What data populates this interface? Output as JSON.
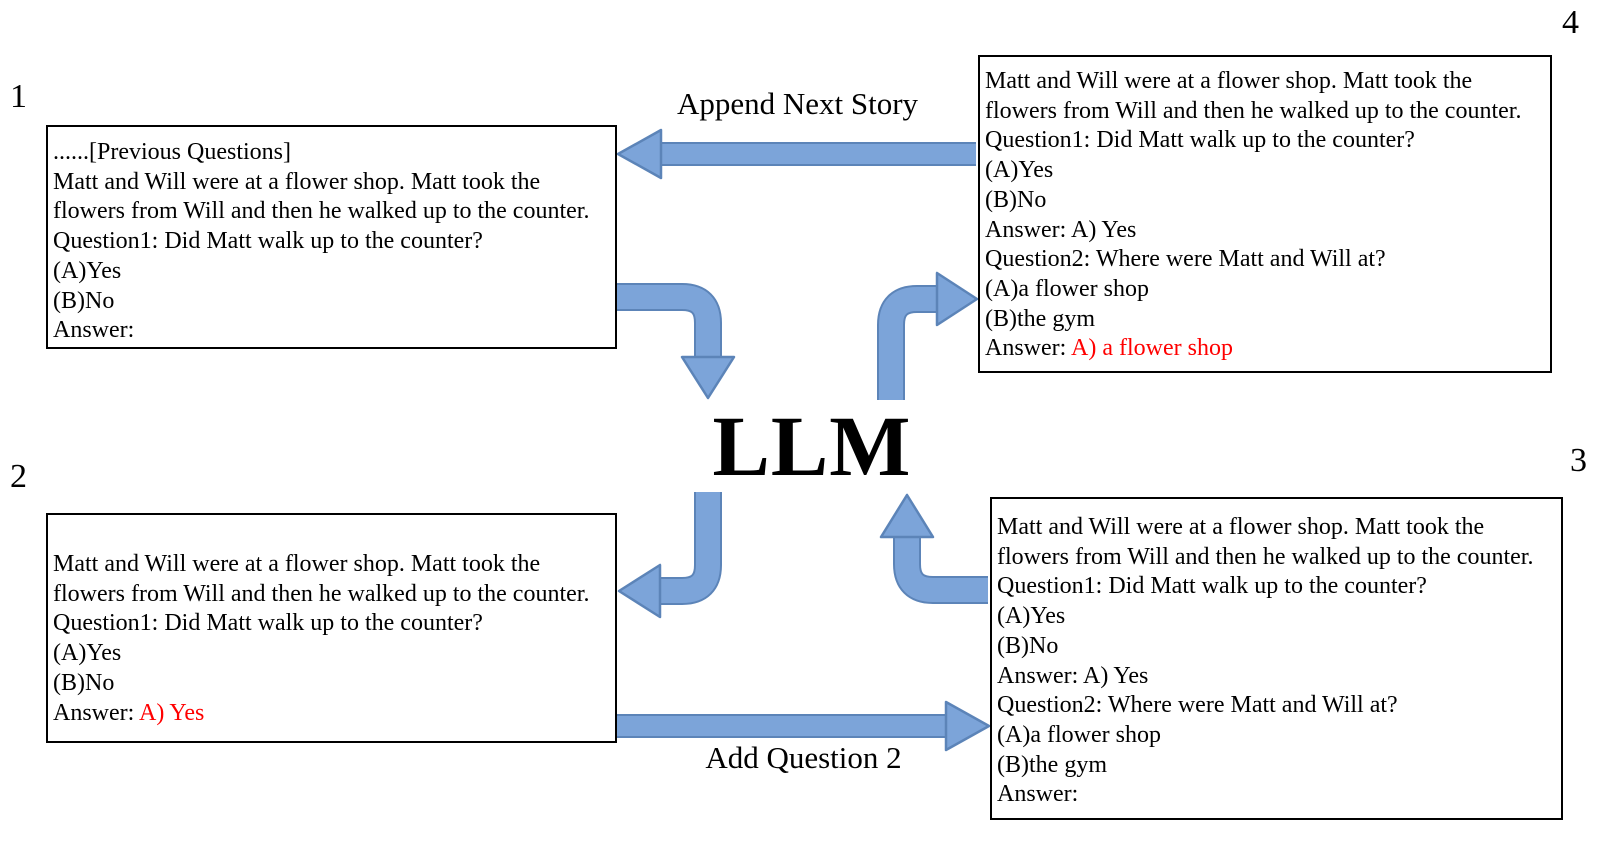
{
  "center_label": "LLM",
  "labels": {
    "append_next_story": "Append Next Story",
    "add_question_2": "Add Question 2"
  },
  "colors": {
    "arrow_fill": "#7CA4D9",
    "arrow_border": "#5C84B8",
    "highlight_red": "#FF0000",
    "box_border": "#000000"
  },
  "boxes": [
    {
      "number": "1",
      "lines": [
        [
          {
            "t": "......[Previous Questions]"
          }
        ],
        [
          {
            "t": "Matt and Will were at a flower shop. Matt took the"
          }
        ],
        [
          {
            "t": "flowers from Will and then he walked up to the counter."
          }
        ],
        [
          {
            "t": "Question1: Did Matt walk up to the counter?"
          }
        ],
        [
          {
            "t": "(A)Yes"
          }
        ],
        [
          {
            "t": "(B)No"
          }
        ],
        [
          {
            "t": "Answer:"
          }
        ]
      ]
    },
    {
      "number": "2",
      "lines": [
        [
          {
            "t": "Matt and Will were at a flower shop. Matt took the"
          }
        ],
        [
          {
            "t": "flowers from Will and then he walked up to the counter."
          }
        ],
        [
          {
            "t": "Question1: Did Matt walk up to the counter?"
          }
        ],
        [
          {
            "t": "(A)Yes"
          }
        ],
        [
          {
            "t": "(B)No"
          }
        ],
        [
          {
            "t": "Answer: "
          },
          {
            "t": "A) Yes",
            "red": true
          }
        ]
      ]
    },
    {
      "number": "3",
      "lines": [
        [
          {
            "t": "Matt and Will were at a flower shop. Matt took the"
          }
        ],
        [
          {
            "t": "flowers from Will and then he walked up to the counter."
          }
        ],
        [
          {
            "t": "Question1: Did Matt walk up to the counter?"
          }
        ],
        [
          {
            "t": "(A)Yes"
          }
        ],
        [
          {
            "t": "(B)No"
          }
        ],
        [
          {
            "t": "Answer: A) Yes"
          }
        ],
        [
          {
            "t": "Question2: Where were Matt and Will at?"
          }
        ],
        [
          {
            "t": "(A)a flower shop"
          }
        ],
        [
          {
            "t": "(B)the gym"
          }
        ],
        [
          {
            "t": "Answer:"
          }
        ]
      ]
    },
    {
      "number": "4",
      "lines": [
        [
          {
            "t": "Matt and Will were at a flower shop. Matt took the"
          }
        ],
        [
          {
            "t": "flowers from Will and then he walked up to the counter."
          }
        ],
        [
          {
            "t": "Question1: Did Matt walk up to the counter?"
          }
        ],
        [
          {
            "t": "(A)Yes"
          }
        ],
        [
          {
            "t": "(B)No"
          }
        ],
        [
          {
            "t": "Answer: A) Yes"
          }
        ],
        [
          {
            "t": "Question2: Where were Matt and Will at?"
          }
        ],
        [
          {
            "t": "(A)a flower shop"
          }
        ],
        [
          {
            "t": "(B)the gym"
          }
        ],
        [
          {
            "t": "Answer: "
          },
          {
            "t": "A) a flower shop",
            "red": true
          }
        ]
      ]
    }
  ]
}
